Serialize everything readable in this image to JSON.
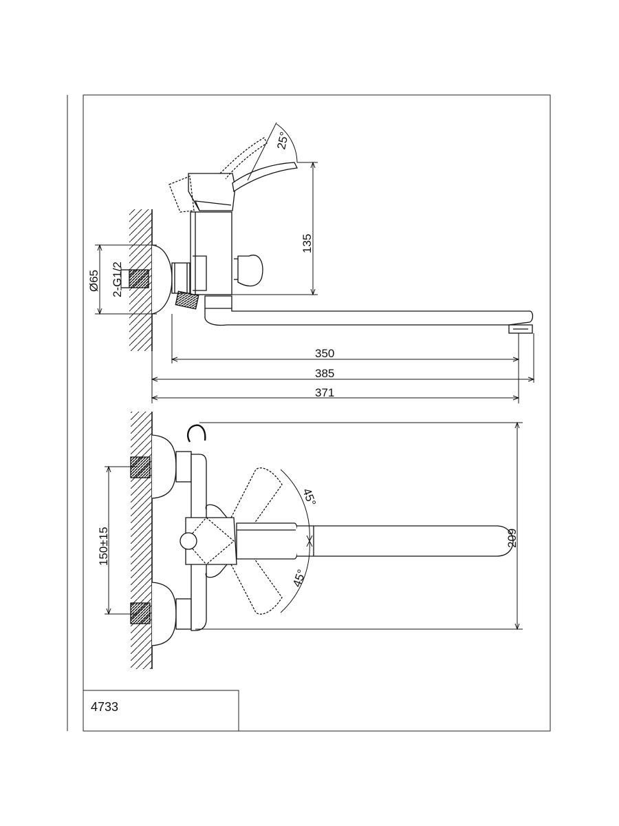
{
  "dimensions": {
    "angle_top": "25°",
    "height_135": "135",
    "diameter": "Ø65",
    "thread": "2-G1/2",
    "length_350": "350",
    "length_385": "385",
    "length_371": "371",
    "spacing": "150±15",
    "angle_upper": "45°",
    "angle_lower": "45°",
    "width_209": "209"
  },
  "title_block": {
    "model": "4733"
  }
}
